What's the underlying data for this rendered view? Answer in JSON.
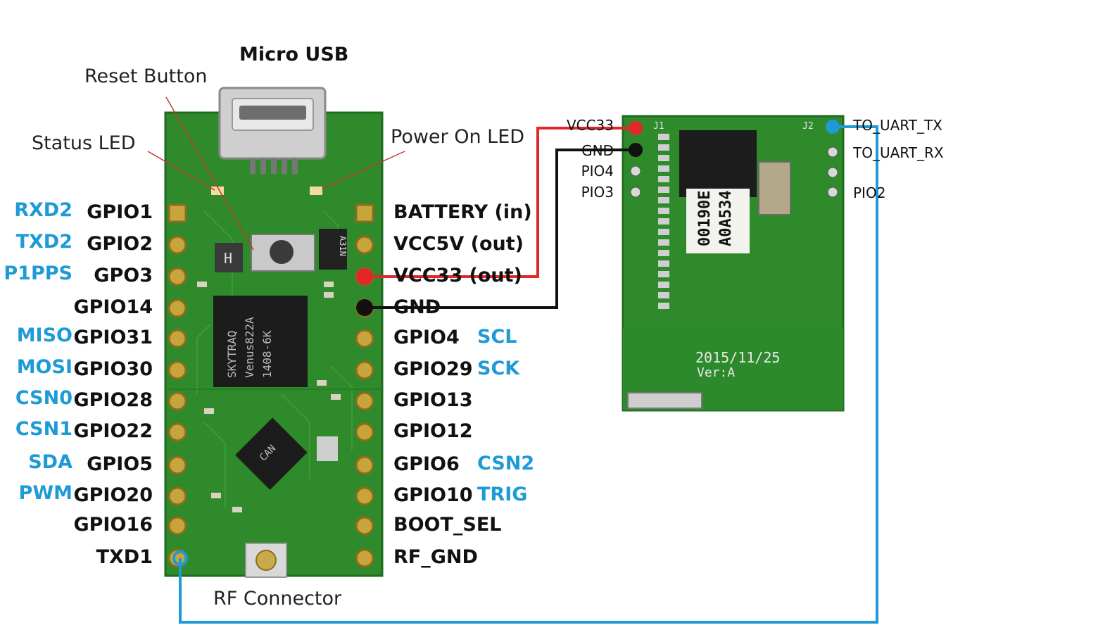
{
  "callouts": {
    "micro_usb": "Micro USB",
    "reset_button": "Reset Button",
    "status_led": "Status LED",
    "power_on_led": "Power On LED",
    "rf_connector": "RF Connector"
  },
  "left_pins": [
    {
      "alt": "RXD2",
      "name": "GPIO1"
    },
    {
      "alt": "TXD2",
      "name": "GPIO2"
    },
    {
      "alt": "P1PPS",
      "name": "GPO3"
    },
    {
      "alt": "",
      "name": "GPIO14"
    },
    {
      "alt": "MISO",
      "name": "GPIO31"
    },
    {
      "alt": "MOSI",
      "name": "GPIO30"
    },
    {
      "alt": "CSN0",
      "name": "GPIO28"
    },
    {
      "alt": "CSN1",
      "name": "GPIO22"
    },
    {
      "alt": "SDA",
      "name": "GPIO5"
    },
    {
      "alt": "PWM",
      "name": "GPIO20"
    },
    {
      "alt": "",
      "name": "GPIO16"
    },
    {
      "alt": "",
      "name": "TXD1"
    }
  ],
  "right_pins": [
    {
      "name": "BATTERY (in)",
      "alt": ""
    },
    {
      "name": "VCC5V (out)",
      "alt": ""
    },
    {
      "name": "VCC33 (out)",
      "alt": ""
    },
    {
      "name": "GND",
      "alt": ""
    },
    {
      "name": "GPIO4",
      "alt": "SCL"
    },
    {
      "name": "GPIO29",
      "alt": "SCK"
    },
    {
      "name": "GPIO13",
      "alt": ""
    },
    {
      "name": "GPIO12",
      "alt": ""
    },
    {
      "name": "GPIO6",
      "alt": "CSN2"
    },
    {
      "name": "GPIO10",
      "alt": "TRIG"
    },
    {
      "name": "BOOT_SEL",
      "alt": ""
    },
    {
      "name": "RF_GND",
      "alt": ""
    }
  ],
  "module": {
    "left_pins": [
      "VCC33",
      "GND",
      "PIO4",
      "PIO3"
    ],
    "right_pins": [
      "TO_UART_TX",
      "TO_UART_RX",
      "PIO2"
    ],
    "chip_text_1": "00190E",
    "chip_text_2": "A0A534",
    "silk_date": "2015/11/25",
    "silk_ver": "Ver:A",
    "silk_j1": "J1",
    "silk_j2": "J2"
  },
  "board_silk": {
    "chip_text": "SKYTRAQ",
    "chip_sub": "Venus822A",
    "chip_code": "1408-6K",
    "can_text": "CAN",
    "h_mark": "H",
    "a_mark": "A31N"
  },
  "colors": {
    "pcb": "#2f8a2c",
    "pcb_dark": "#1f6b1f",
    "wire_red": "#e0282b",
    "wire_black": "#111111",
    "wire_blue": "#1e9ad6",
    "alt_label": "#1e9ad6",
    "pad_gold": "#c8a43c"
  }
}
